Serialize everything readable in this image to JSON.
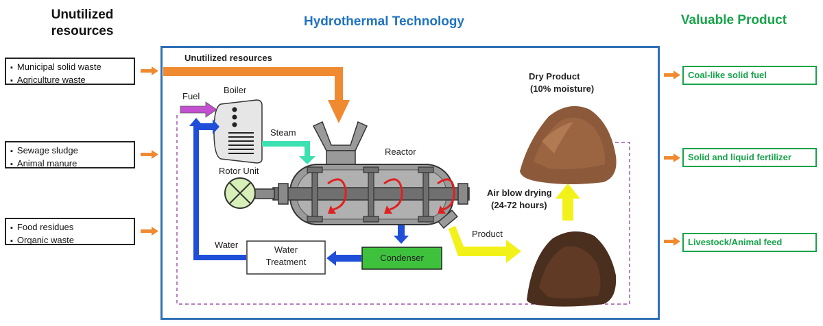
{
  "columns": {
    "left_title": "Unutilized resources",
    "middle_title": "Hydrothermal Technology",
    "right_title": "Valuable Product"
  },
  "resources": [
    {
      "items": [
        "Municipal solid waste",
        "Agriculture waste"
      ]
    },
    {
      "items": [
        "Sewage sludge",
        "Animal manure"
      ]
    },
    {
      "items": [
        "Food residues",
        "Organic waste"
      ]
    }
  ],
  "products": [
    "Coal-like solid fuel",
    "Solid and liquid fertilizer",
    "Livestock/Animal feed"
  ],
  "diagram": {
    "unutilized_label": "Unutilized resources",
    "fuel": "Fuel",
    "boiler": "Boiler",
    "steam": "Steam",
    "reactor": "Reactor",
    "rotor_unit": "Rotor Unit",
    "water": "Water",
    "water_treatment": "Water Treatment",
    "condenser": "Condenser",
    "product": "Product",
    "dry_product": "Dry Product",
    "dry_product_moisture": "(10% moisture)",
    "air_blow_drying": "Air blow drying",
    "air_blow_hours": "(24-72 hours)"
  },
  "colors": {
    "frame_blue": "#2f6fb5",
    "title_blue": "#1f73c0",
    "product_green": "#17a34a",
    "arrow_orange": "#f08a30",
    "water_blue": "#1f4fd8",
    "steam_teal": "#3de0b0",
    "fuel_magenta": "#c44fd0",
    "product_yellow": "#f2f21a",
    "condenser_green": "#3ec23e",
    "reactor_grey": "#9a9a9a"
  }
}
